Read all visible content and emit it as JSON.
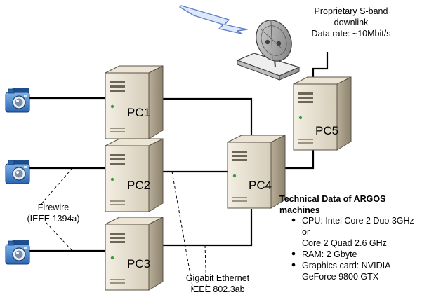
{
  "pcs": [
    {
      "id": "pc1",
      "label": "PC1"
    },
    {
      "id": "pc2",
      "label": "PC2"
    },
    {
      "id": "pc3",
      "label": "PC3"
    },
    {
      "id": "pc4",
      "label": "PC4"
    },
    {
      "id": "pc5",
      "label": "PC5"
    }
  ],
  "downlink": {
    "line1": "Proprietary S-band",
    "line2": "downlink",
    "line3": "Data rate: ~10Mbit/s"
  },
  "firewire": {
    "line1": "Firewire",
    "line2": "(IEEE 1394a)"
  },
  "ethernet": {
    "line1": "Gigabit Ethernet",
    "line2": "IEEE 802.3ab"
  },
  "tech": {
    "title_line1": "Technical Data of ARGOS",
    "title_line2": "machines",
    "bullets": [
      {
        "lines": [
          "CPU: Intel Core 2 Duo 3GHz",
          "or",
          "Core 2 Quad 2.6 GHz"
        ]
      },
      {
        "lines": [
          "RAM: 2 Gbyte"
        ]
      },
      {
        "lines": [
          "Graphics card: NVIDIA",
          "GeForce 9800 GTX"
        ]
      }
    ]
  },
  "colors": {
    "camera_blue": "#2f77c4",
    "pc_body": "#d9d0bd",
    "pc_dark": "#8a8170",
    "dish": "#8e8e8e",
    "lightning": "#5b7fc7"
  }
}
